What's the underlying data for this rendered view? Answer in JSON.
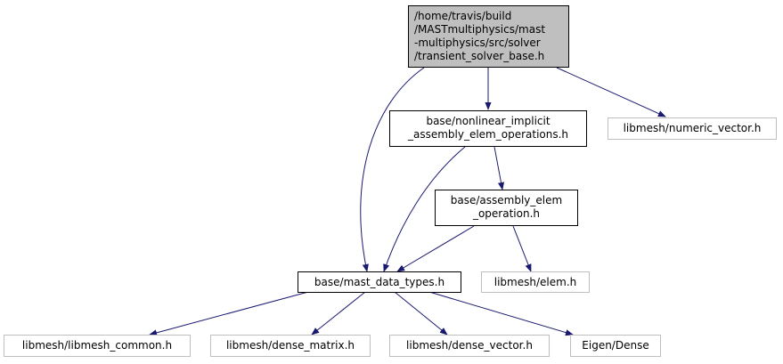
{
  "colors": {
    "edge": "#191970",
    "current_fill": "#bfbfbf",
    "local_border": "#000000",
    "external_border": "#bfbfbf"
  },
  "nodes": {
    "root": {
      "lines": [
        "/home/travis/build",
        "/MASTmultiphysics/mast",
        "-multiphysics/src/solver",
        "/transient_solver_base.h"
      ]
    },
    "nonlinear": {
      "lines": [
        "base/nonlinear_implicit",
        "_assembly_elem_operations.h"
      ]
    },
    "numeric_vector": {
      "lines": [
        "libmesh/numeric_vector.h"
      ]
    },
    "assembly_elem": {
      "lines": [
        "base/assembly_elem",
        "_operation.h"
      ]
    },
    "mast_data_types": {
      "lines": [
        "base/mast_data_types.h"
      ]
    },
    "elem": {
      "lines": [
        "libmesh/elem.h"
      ]
    },
    "libmesh_common": {
      "lines": [
        "libmesh/libmesh_common.h"
      ]
    },
    "dense_matrix": {
      "lines": [
        "libmesh/dense_matrix.h"
      ]
    },
    "dense_vector": {
      "lines": [
        "libmesh/dense_vector.h"
      ]
    },
    "eigen_dense": {
      "lines": [
        "Eigen/Dense"
      ]
    }
  }
}
